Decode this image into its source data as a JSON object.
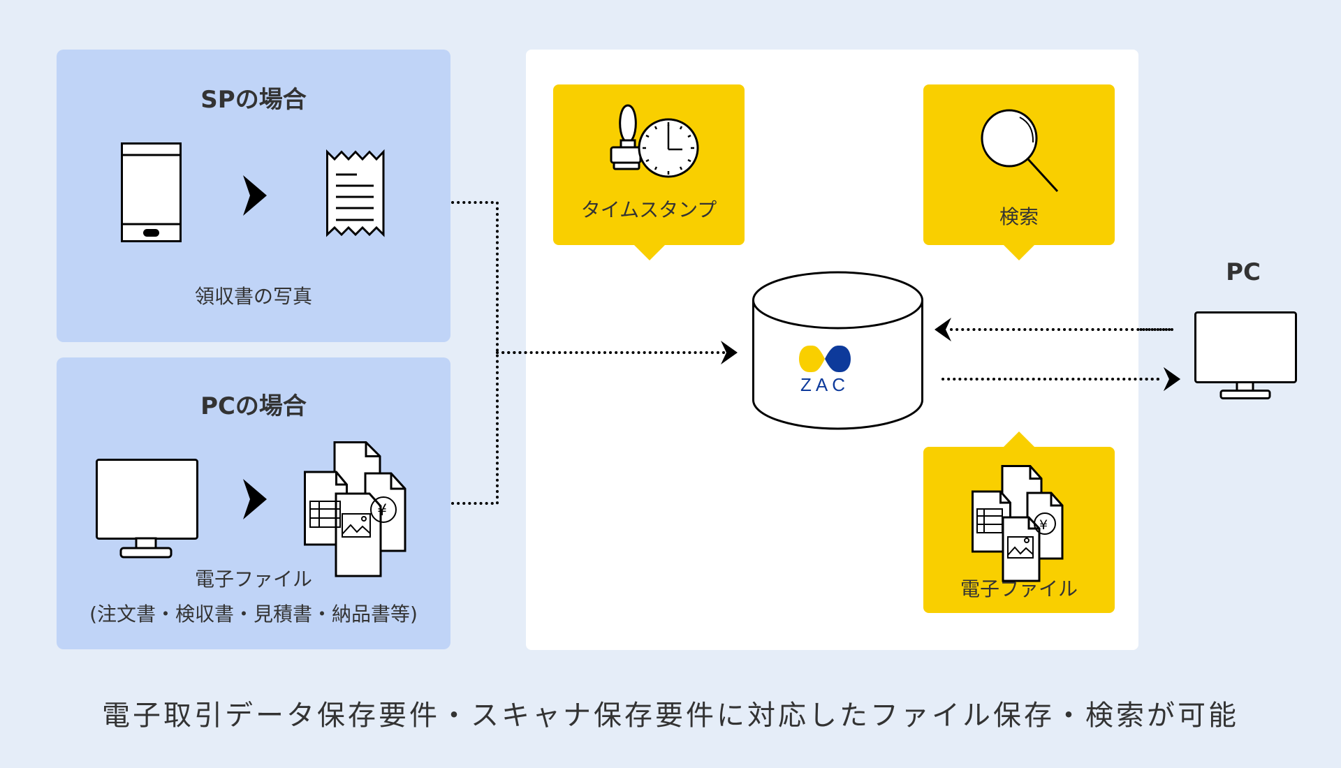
{
  "sp_box": {
    "title": "SPの場合",
    "caption": "領収書の写真"
  },
  "pc_box": {
    "title": "PCの場合",
    "caption_line1": "電子ファイル",
    "caption_line2": "(注文書・検収書・見積書・納品書等)"
  },
  "zac": {
    "logo_text": "ZAC",
    "colors": {
      "yellow": "#f9cf00",
      "blue": "#0d3a9b"
    }
  },
  "cards": {
    "timestamp": {
      "label": "タイムスタンプ",
      "icon": "stamp-clock-icon"
    },
    "search": {
      "label": "検索",
      "icon": "magnifier-icon"
    },
    "files": {
      "label": "電子ファイル",
      "icon": "documents-icon"
    }
  },
  "pc_right": {
    "label": "PC"
  },
  "caption": "電子取引データ保存要件・スキャナ保存要件に対応したファイル保存・検索が可能",
  "colors": {
    "background": "#e5edf8",
    "source_box": "#c0d4f7",
    "card": "#f9cf00",
    "panel": "#ffffff"
  }
}
